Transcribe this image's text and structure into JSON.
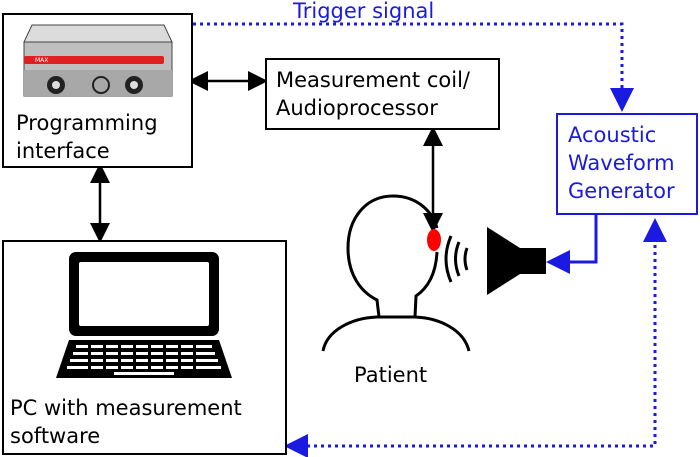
{
  "boxes": {
    "programming_interface": {
      "line1": "Programming",
      "line2": "interface"
    },
    "measurement_coil": {
      "line1": "Measurement coil/",
      "line2": "Audioprocessor"
    },
    "waveform_generator": {
      "line1": "Acoustic",
      "line2": "Waveform",
      "line3": "Generator"
    },
    "pc": {
      "line1": "PC with measurement",
      "line2": "software"
    }
  },
  "labels": {
    "trigger": "Trigger signal",
    "patient": "Patient"
  },
  "device": {
    "badge": "MAX"
  },
  "colors": {
    "signal": "#1a1ae0",
    "earpiece": "#ff0000",
    "device_stripe": "#e02020",
    "line": "#000000"
  }
}
